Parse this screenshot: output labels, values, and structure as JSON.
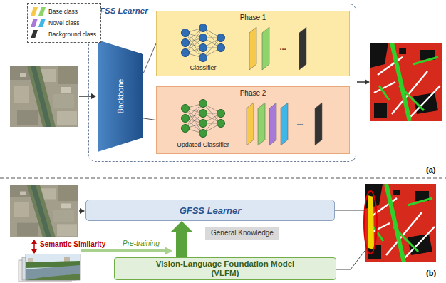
{
  "diagram": {
    "nodes": [
      {
        "text": [
          "GFSS Learner"
        ]
      },
      {
        "text": [
          "Backbone"
        ],
        "in": 0
      },
      {
        "text": [
          "Phase 1",
          "Classifier"
        ],
        "in": 0
      },
      {
        "text": [
          "Phase 2",
          "Updated Classifier"
        ],
        "in": 0
      },
      {
        "text": [
          "GFSS Learner"
        ]
      },
      {
        "text": [
          "General Knowledge"
        ]
      },
      {
        "text": [
          "Vision-Language Foundation Model (VLFM)"
        ]
      }
    ],
    "edges": [
      {
        "from": 1,
        "to": 2,
        "arrow": "none"
      },
      {
        "from": 1,
        "to": 3,
        "arrow": "none"
      },
      {
        "from": 6,
        "to": 4,
        "arrow": "to"
      }
    ],
    "labels": [
      "...",
      "...",
      "(a)",
      "Semantic Similarity",
      "Pre-training",
      "(b)"
    ],
    "legend": [
      {
        "text": "Base class",
        "color": "#f6c94a"
      },
      {
        "text": "Novel class",
        "color": "#a779d9"
      },
      {
        "text": "Background class",
        "color": "#333333"
      }
    ]
  }
}
